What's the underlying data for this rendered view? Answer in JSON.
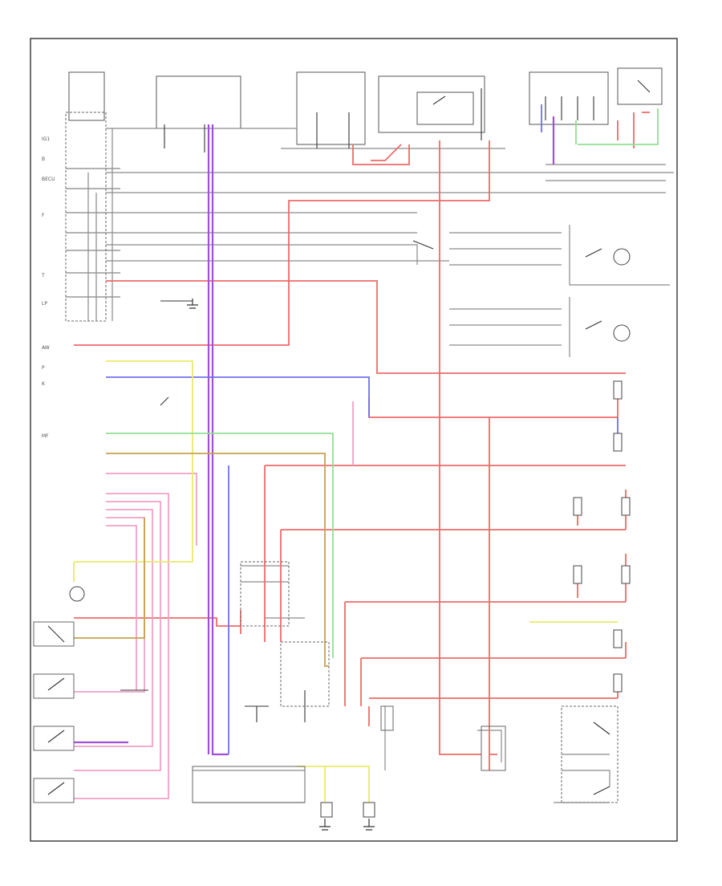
{
  "diagram": {
    "connector_labels": [
      "IG1",
      "B",
      "BECU",
      "F",
      "T",
      "LP",
      "AW",
      "P",
      "K",
      "MF"
    ],
    "wire_colors": {
      "red": "#f06a6a",
      "pink": "#f0a0c8",
      "purple": "#a050d8",
      "blue": "#7070ee",
      "yellow": "#eaea6a",
      "green": "#90e090",
      "olive": "#c8a050",
      "gray": "#8a8a8a",
      "black": "#333333"
    }
  }
}
